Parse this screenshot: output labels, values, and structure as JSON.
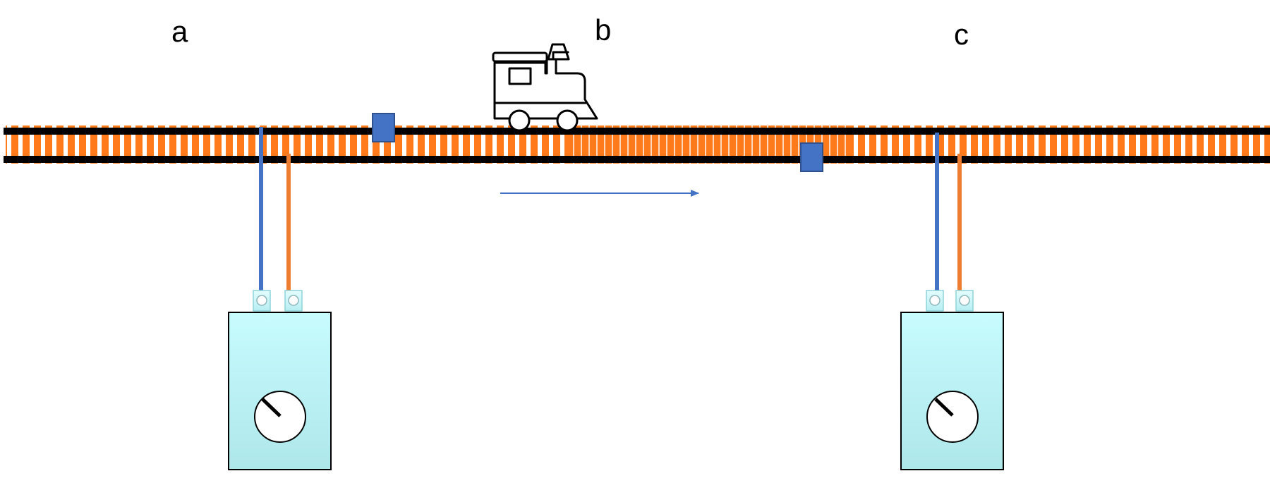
{
  "labels": {
    "a": "a",
    "b": "b",
    "c": "c"
  },
  "colors": {
    "rail": "#000000",
    "sleeper": "#ff7a1a",
    "sleeper_gap": "#ffffff",
    "insulator_block": "#4472c4",
    "wire_blue": "#4472c4",
    "wire_orange": "#ed7d31",
    "controller_top": "#c8fcff",
    "controller_bottom": "#aee7ea",
    "arrow": "#4472c4"
  },
  "icons": {
    "train": "steam-locomotive-icon",
    "controller_left": "speed-controller",
    "controller_right": "speed-controller",
    "direction_arrow": "arrow-right"
  }
}
